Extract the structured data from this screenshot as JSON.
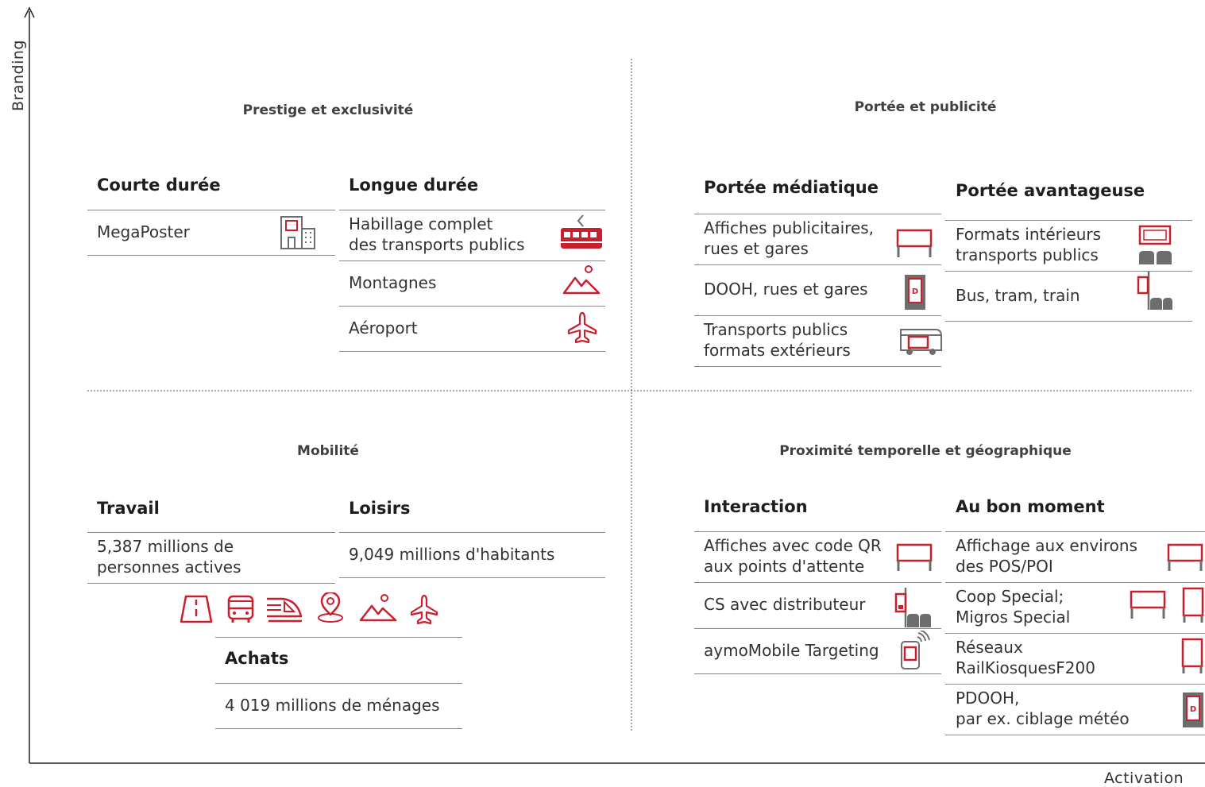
{
  "axes": {
    "y_label": "Branding",
    "x_label": "Activation"
  },
  "colors": {
    "accent": "#c8202e",
    "grey": "#6d6d6d"
  },
  "q1": {
    "title": "Prestige et exclusivité",
    "col1": {
      "head": "Courte durée",
      "items": [
        {
          "text": "MegaPoster",
          "icon": "building-icon"
        }
      ]
    },
    "col2": {
      "head": "Longue durée",
      "items": [
        {
          "text": "Habillage complet\ndes transports publics",
          "icon": "tram-icon"
        },
        {
          "text": "Montagnes",
          "icon": "mountain-icon"
        },
        {
          "text": "Aéroport",
          "icon": "airplane-icon"
        }
      ]
    }
  },
  "q2": {
    "title": "Portée et publicité",
    "col1": {
      "head": "Portée médiatique",
      "items": [
        {
          "text": "Affiches publicitaires,\nrues et gares",
          "icon": "billboard-icon"
        },
        {
          "text": "DOOH, rues et gares",
          "icon": "digital-screen-icon"
        },
        {
          "text": "Transports publics\nformats extérieurs",
          "icon": "bus-ad-icon"
        }
      ]
    },
    "col2": {
      "head": "Portée avantageuse",
      "items": [
        {
          "text": "Formats intérieurs\ntransports publics",
          "icon": "seat-screen-icon"
        },
        {
          "text": "Bus, tram, train",
          "icon": "seat-pole-icon"
        }
      ]
    }
  },
  "q3": {
    "title": "Mobilité",
    "col1": {
      "head": "Travail",
      "items": [
        {
          "text": "5,387 millions de\npersonnes actives"
        }
      ]
    },
    "col2": {
      "head": "Loisirs",
      "items": [
        {
          "text": "9,049 millions d'habitants"
        }
      ]
    },
    "icons": [
      "road-icon",
      "bus-icon",
      "train-icon",
      "location-pin-icon",
      "mountain-icon",
      "airplane-icon"
    ],
    "col3": {
      "head": "Achats",
      "items": [
        {
          "text": "4 019 millions de ménages"
        }
      ]
    }
  },
  "q4": {
    "title": "Proximité temporelle et géographique",
    "col1": {
      "head": "Interaction",
      "items": [
        {
          "text": "Affiches avec code QR\naux points d'attente",
          "icon": "billboard-icon"
        },
        {
          "text": "CS avec distributeur",
          "icon": "dispenser-icon"
        },
        {
          "text": "aymoMobile Targeting",
          "icon": "mobile-signal-icon"
        }
      ]
    },
    "col2": {
      "head": "Au bon moment",
      "items": [
        {
          "text": "Affichage aux environs\ndes POS/POI",
          "icon": "billboard-icon"
        },
        {
          "text": "Coop Special;\nMigros Special",
          "icon": "billboard-poster-icon"
        },
        {
          "text": "Réseaux\nRailKiosquesF200",
          "icon": "poster-icon"
        },
        {
          "text": "PDOOH,\npar ex. ciblage météo",
          "icon": "digital-screen-icon"
        }
      ]
    }
  }
}
